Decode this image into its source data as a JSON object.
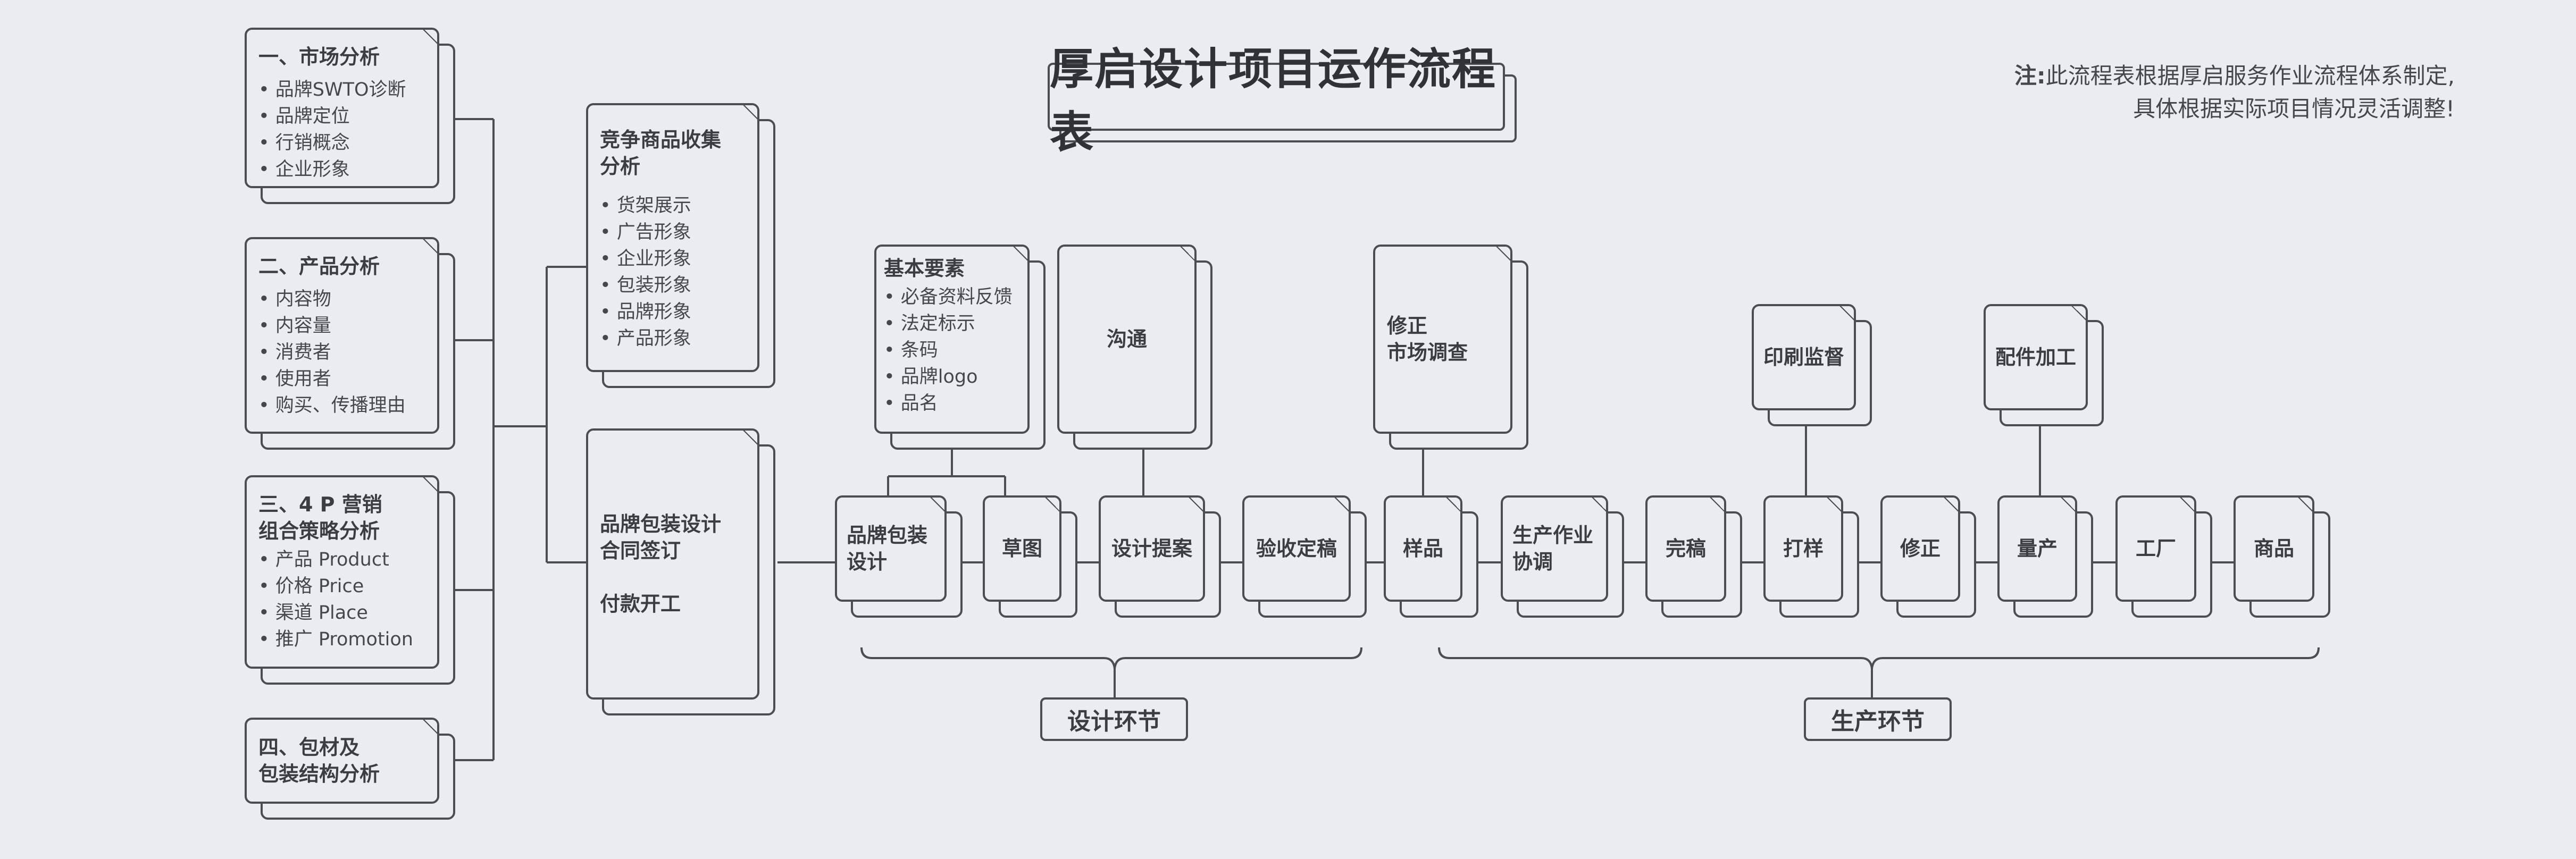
{
  "title": "厚启设计项目运作流程表",
  "note": {
    "prefix": "注:",
    "line1": "此流程表根据厚启服务作业流程体系制定,",
    "line2": "具体根据实际项目情况灵活调整!"
  },
  "analysis": [
    {
      "title": "一、市场分析",
      "items": [
        "品牌SWTO诊断",
        "品牌定位",
        "行销概念",
        "企业形象"
      ]
    },
    {
      "title": "二、产品分析",
      "items": [
        "内容物",
        "内容量",
        "消费者",
        "使用者",
        "购买、传播理由"
      ]
    },
    {
      "title_line1": "三、4 P  营销",
      "title_line2": "组合策略分析",
      "items": [
        "产品 Product",
        "价格 Price",
        "渠道 Place",
        "推广 Promotion"
      ]
    },
    {
      "title_line1": "四、包材及",
      "title_line2": "包装结构分析"
    }
  ],
  "competitor": {
    "title_line1": "竞争商品收集",
    "title_line2": "分析",
    "items": [
      "货架展示",
      "广告形象",
      "企业形象",
      "包装形象",
      "品牌形象",
      "产品形象"
    ]
  },
  "contract": {
    "line1": "品牌包装设计",
    "line2": "合同签订",
    "line3": "付款开工"
  },
  "basics": {
    "title": "基本要素",
    "items": [
      "必备资料反馈",
      "法定标示",
      "条码",
      "品牌logo",
      "品名"
    ]
  },
  "design_steps": {
    "packaging_line1": "品牌包装",
    "packaging_line2": "设计",
    "draft": "草图",
    "communicate": "沟通",
    "proposal": "设计提案",
    "acceptance": "验收定稿"
  },
  "production_steps": {
    "sample": "样品",
    "revise_line1": "修正",
    "revise_line2": "市场调查",
    "coordination_line1": "生产作业",
    "coordination_line2": "协调",
    "final": "完稿",
    "print_supervise": "印刷监督",
    "proof": "打样",
    "correction": "修正",
    "parts": "配件加工",
    "mass": "量产",
    "factory": "工厂",
    "product": "商品"
  },
  "stages": {
    "design": "设计环节",
    "production": "生产环节"
  }
}
